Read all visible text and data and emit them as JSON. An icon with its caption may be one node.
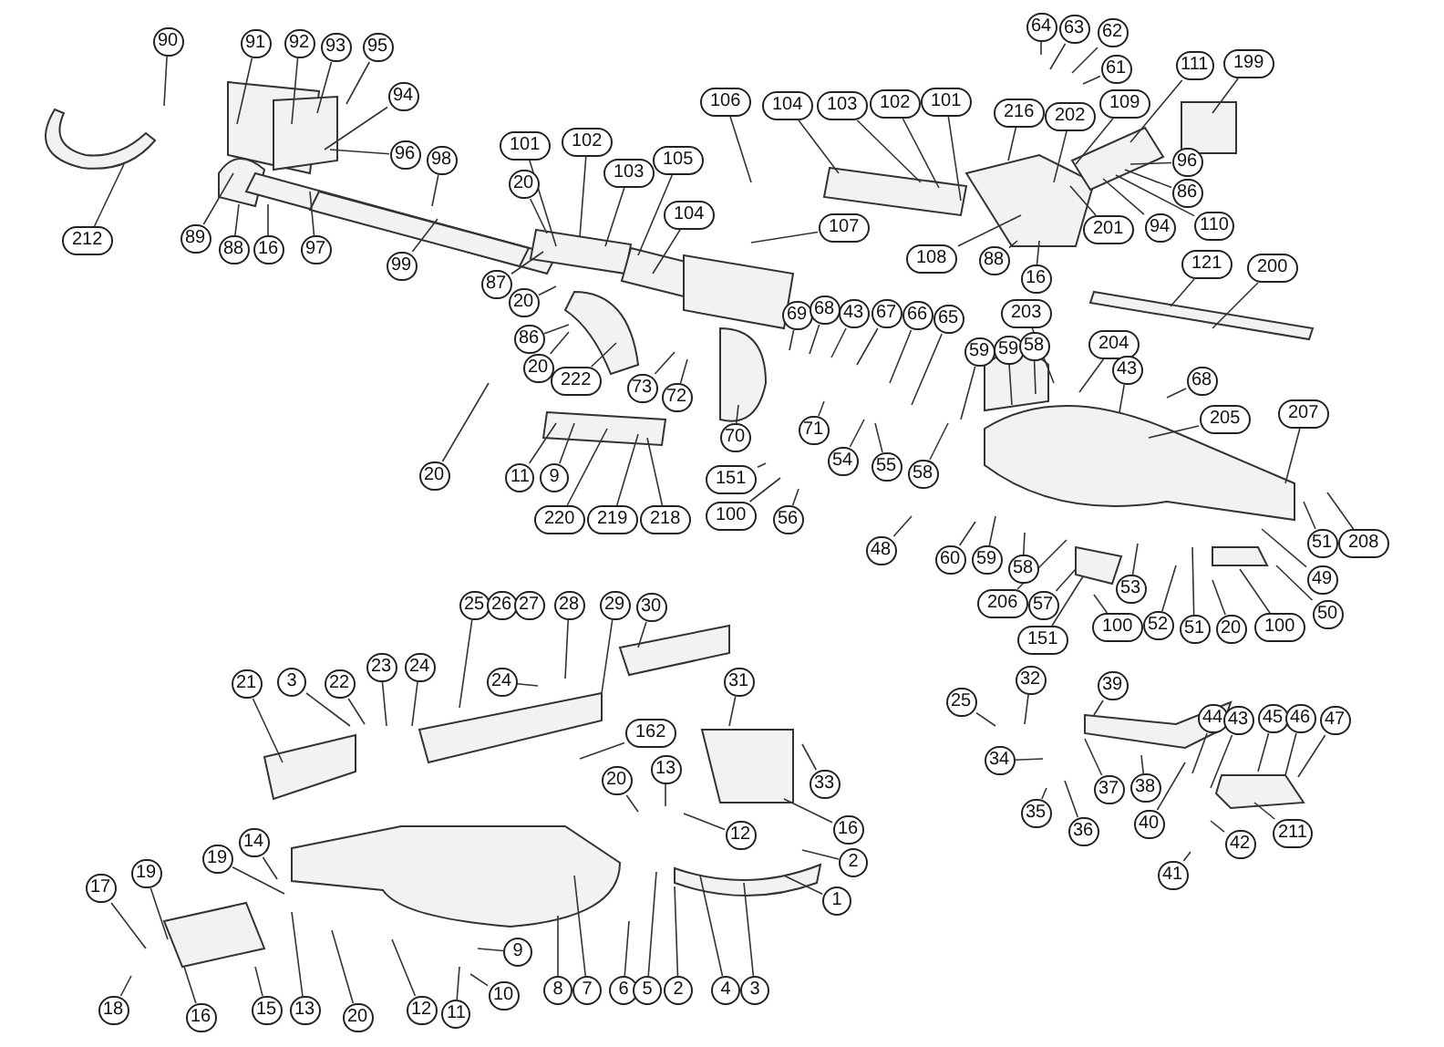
{
  "diagram": {
    "nodes": [
      {
        "text": [
          "90"
        ]
      },
      {
        "text": [
          "91"
        ]
      },
      {
        "text": [
          "92"
        ]
      },
      {
        "text": [
          "93"
        ]
      },
      {
        "text": [
          "95"
        ]
      },
      {
        "text": [
          "94"
        ]
      },
      {
        "text": [
          "96"
        ]
      },
      {
        "text": [
          "98"
        ]
      },
      {
        "text": [
          "212"
        ]
      },
      {
        "text": [
          "89"
        ]
      },
      {
        "text": [
          "88"
        ]
      },
      {
        "text": [
          "16"
        ]
      },
      {
        "text": [
          "97"
        ]
      },
      {
        "text": [
          "99"
        ]
      },
      {
        "text": [
          "20"
        ]
      },
      {
        "text": [
          "101"
        ]
      },
      {
        "text": [
          "102"
        ]
      },
      {
        "text": [
          "103"
        ]
      },
      {
        "text": [
          "105"
        ]
      },
      {
        "text": [
          "104"
        ]
      },
      {
        "text": [
          "87"
        ]
      },
      {
        "text": [
          "20"
        ]
      },
      {
        "text": [
          "86"
        ]
      },
      {
        "text": [
          "20"
        ]
      },
      {
        "text": [
          "222"
        ]
      },
      {
        "text": [
          "73"
        ]
      },
      {
        "text": [
          "72"
        ]
      },
      {
        "text": [
          "20"
        ]
      },
      {
        "text": [
          "11"
        ]
      },
      {
        "text": [
          "9"
        ]
      },
      {
        "text": [
          "220"
        ]
      },
      {
        "text": [
          "219"
        ]
      },
      {
        "text": [
          "218"
        ]
      },
      {
        "text": [
          "106"
        ]
      },
      {
        "text": [
          "104"
        ]
      },
      {
        "text": [
          "103"
        ]
      },
      {
        "text": [
          "102"
        ]
      },
      {
        "text": [
          "101"
        ]
      },
      {
        "text": [
          "107"
        ]
      },
      {
        "text": [
          "64"
        ]
      },
      {
        "text": [
          "63"
        ]
      },
      {
        "text": [
          "62"
        ]
      },
      {
        "text": [
          "61"
        ]
      },
      {
        "text": [
          "216"
        ]
      },
      {
        "text": [
          "202"
        ]
      },
      {
        "text": [
          "109"
        ]
      },
      {
        "text": [
          "111"
        ]
      },
      {
        "text": [
          "199"
        ]
      },
      {
        "text": [
          "96"
        ]
      },
      {
        "text": [
          "86"
        ]
      },
      {
        "text": [
          "110"
        ]
      },
      {
        "text": [
          "94"
        ]
      },
      {
        "text": [
          "201"
        ]
      },
      {
        "text": [
          "108"
        ]
      },
      {
        "text": [
          "88"
        ]
      },
      {
        "text": [
          "16"
        ]
      },
      {
        "text": [
          "121"
        ]
      },
      {
        "text": [
          "200"
        ]
      },
      {
        "text": [
          "69"
        ]
      },
      {
        "text": [
          "68"
        ]
      },
      {
        "text": [
          "43"
        ]
      },
      {
        "text": [
          "67"
        ]
      },
      {
        "text": [
          "66"
        ]
      },
      {
        "text": [
          "65"
        ]
      },
      {
        "text": [
          "59"
        ]
      },
      {
        "text": [
          "59"
        ]
      },
      {
        "text": [
          "58"
        ]
      },
      {
        "text": [
          "203"
        ]
      },
      {
        "text": [
          "204"
        ]
      },
      {
        "text": [
          "43"
        ]
      },
      {
        "text": [
          "68"
        ]
      },
      {
        "text": [
          "205"
        ]
      },
      {
        "text": [
          "207"
        ]
      },
      {
        "text": [
          "70"
        ]
      },
      {
        "text": [
          "71"
        ]
      },
      {
        "text": [
          "54"
        ]
      },
      {
        "text": [
          "55"
        ]
      },
      {
        "text": [
          "58"
        ]
      },
      {
        "text": [
          "151"
        ]
      },
      {
        "text": [
          "100"
        ]
      },
      {
        "text": [
          "56"
        ]
      },
      {
        "text": [
          "48"
        ]
      },
      {
        "text": [
          "60"
        ]
      },
      {
        "text": [
          "59"
        ]
      },
      {
        "text": [
          "58"
        ]
      },
      {
        "text": [
          "206"
        ]
      },
      {
        "text": [
          "57"
        ]
      },
      {
        "text": [
          "151"
        ]
      },
      {
        "text": [
          "100"
        ]
      },
      {
        "text": [
          "53"
        ]
      },
      {
        "text": [
          "52"
        ]
      },
      {
        "text": [
          "51"
        ]
      },
      {
        "text": [
          "20"
        ]
      },
      {
        "text": [
          "100"
        ]
      },
      {
        "text": [
          "50"
        ]
      },
      {
        "text": [
          "49"
        ]
      },
      {
        "text": [
          "51"
        ]
      },
      {
        "text": [
          "208"
        ]
      },
      {
        "text": [
          "25"
        ]
      },
      {
        "text": [
          "32"
        ]
      },
      {
        "text": [
          "39"
        ]
      },
      {
        "text": [
          "34"
        ]
      },
      {
        "text": [
          "35"
        ]
      },
      {
        "text": [
          "36"
        ]
      },
      {
        "text": [
          "37"
        ]
      },
      {
        "text": [
          "38"
        ]
      },
      {
        "text": [
          "40"
        ]
      },
      {
        "text": [
          "44"
        ]
      },
      {
        "text": [
          "43"
        ]
      },
      {
        "text": [
          "45"
        ]
      },
      {
        "text": [
          "46"
        ]
      },
      {
        "text": [
          "47"
        ]
      },
      {
        "text": [
          "42"
        ]
      },
      {
        "text": [
          "41"
        ]
      },
      {
        "text": [
          "211"
        ]
      },
      {
        "text": [
          "25"
        ]
      },
      {
        "text": [
          "26"
        ]
      },
      {
        "text": [
          "27"
        ]
      },
      {
        "text": [
          "28"
        ]
      },
      {
        "text": [
          "29"
        ]
      },
      {
        "text": [
          "30"
        ]
      },
      {
        "text": [
          "21"
        ]
      },
      {
        "text": [
          "3"
        ]
      },
      {
        "text": [
          "22"
        ]
      },
      {
        "text": [
          "23"
        ]
      },
      {
        "text": [
          "24"
        ]
      },
      {
        "text": [
          "24"
        ]
      },
      {
        "text": [
          "162"
        ]
      },
      {
        "text": [
          "31"
        ]
      },
      {
        "text": [
          "13"
        ]
      },
      {
        "text": [
          "20"
        ]
      },
      {
        "text": [
          "33"
        ]
      },
      {
        "text": [
          "16"
        ]
      },
      {
        "text": [
          "12"
        ]
      },
      {
        "text": [
          "2"
        ]
      },
      {
        "text": [
          "1"
        ]
      },
      {
        "text": [
          "14"
        ]
      },
      {
        "text": [
          "19"
        ]
      },
      {
        "text": [
          "19"
        ]
      },
      {
        "text": [
          "17"
        ]
      },
      {
        "text": [
          "18"
        ]
      },
      {
        "text": [
          "16"
        ]
      },
      {
        "text": [
          "15"
        ]
      },
      {
        "text": [
          "13"
        ]
      },
      {
        "text": [
          "20"
        ]
      },
      {
        "text": [
          "12"
        ]
      },
      {
        "text": [
          "11"
        ]
      },
      {
        "text": [
          "10"
        ]
      },
      {
        "text": [
          "9"
        ]
      },
      {
        "text": [
          "8"
        ]
      },
      {
        "text": [
          "7"
        ]
      },
      {
        "text": [
          "6"
        ]
      },
      {
        "text": [
          "5"
        ]
      },
      {
        "text": [
          "2"
        ]
      },
      {
        "text": [
          "4"
        ]
      },
      {
        "text": [
          "3"
        ]
      }
    ],
    "edges": [
      {
        "from": 0,
        "to": null,
        "arrow": "none"
      },
      {
        "from": 1,
        "to": null,
        "arrow": "none"
      },
      {
        "from": 2,
        "to": null,
        "arrow": "none"
      },
      {
        "from": 3,
        "to": null,
        "arrow": "none"
      },
      {
        "from": 4,
        "to": null,
        "arrow": "none"
      },
      {
        "from": 5,
        "to": null,
        "arrow": "none"
      },
      {
        "from": 6,
        "to": null,
        "arrow": "none"
      },
      {
        "from": 7,
        "to": null,
        "arrow": "none"
      },
      {
        "from": 8,
        "to": null,
        "arrow": "none"
      },
      {
        "from": 9,
        "to": null,
        "arrow": "none"
      },
      {
        "from": 10,
        "to": null,
        "arrow": "none"
      },
      {
        "from": 11,
        "to": null,
        "arrow": "none"
      },
      {
        "from": 12,
        "to": null,
        "arrow": "none"
      },
      {
        "from": 13,
        "to": null,
        "arrow": "none"
      },
      {
        "from": 14,
        "to": null,
        "arrow": "none"
      },
      {
        "from": 15,
        "to": null,
        "arrow": "none"
      },
      {
        "from": 16,
        "to": null,
        "arrow": "none"
      },
      {
        "from": 17,
        "to": null,
        "arrow": "none"
      },
      {
        "from": 18,
        "to": null,
        "arrow": "none"
      },
      {
        "from": 19,
        "to": null,
        "arrow": "none"
      },
      {
        "from": 20,
        "to": null,
        "arrow": "none"
      },
      {
        "from": 21,
        "to": null,
        "arrow": "none"
      },
      {
        "from": 22,
        "to": null,
        "arrow": "none"
      },
      {
        "from": 23,
        "to": null,
        "arrow": "none"
      },
      {
        "from": 24,
        "to": null,
        "arrow": "none"
      },
      {
        "from": 25,
        "to": null,
        "arrow": "none"
      },
      {
        "from": 26,
        "to": null,
        "arrow": "none"
      },
      {
        "from": 27,
        "to": null,
        "arrow": "none"
      },
      {
        "from": 28,
        "to": null,
        "arrow": "none"
      },
      {
        "from": 29,
        "to": null,
        "arrow": "none"
      },
      {
        "from": 30,
        "to": null,
        "arrow": "none"
      },
      {
        "from": 31,
        "to": null,
        "arrow": "none"
      },
      {
        "from": 32,
        "to": null,
        "arrow": "none"
      },
      {
        "from": 33,
        "to": null,
        "arrow": "none"
      },
      {
        "from": 34,
        "to": null,
        "arrow": "none"
      },
      {
        "from": 35,
        "to": null,
        "arrow": "none"
      },
      {
        "from": 36,
        "to": null,
        "arrow": "none"
      },
      {
        "from": 37,
        "to": null,
        "arrow": "none"
      },
      {
        "from": 38,
        "to": null,
        "arrow": "none"
      },
      {
        "from": 39,
        "to": null,
        "arrow": "none"
      },
      {
        "from": 40,
        "to": null,
        "arrow": "none"
      },
      {
        "from": 41,
        "to": null,
        "arrow": "none"
      },
      {
        "from": 42,
        "to": null,
        "arrow": "none"
      },
      {
        "from": 43,
        "to": null,
        "arrow": "none"
      },
      {
        "from": 44,
        "to": null,
        "arrow": "none"
      },
      {
        "from": 45,
        "to": null,
        "arrow": "none"
      },
      {
        "from": 46,
        "to": null,
        "arrow": "none"
      },
      {
        "from": 47,
        "to": null,
        "arrow": "none"
      },
      {
        "from": 48,
        "to": null,
        "arrow": "none"
      },
      {
        "from": 49,
        "to": null,
        "arrow": "none"
      },
      {
        "from": 50,
        "to": null,
        "arrow": "none"
      },
      {
        "from": 51,
        "to": null,
        "arrow": "none"
      },
      {
        "from": 52,
        "to": null,
        "arrow": "none"
      },
      {
        "from": 53,
        "to": null,
        "arrow": "none"
      },
      {
        "from": 54,
        "to": null,
        "arrow": "none"
      },
      {
        "from": 55,
        "to": null,
        "arrow": "none"
      },
      {
        "from": 56,
        "to": null,
        "arrow": "none"
      },
      {
        "from": 57,
        "to": null,
        "arrow": "none"
      },
      {
        "from": 58,
        "to": null,
        "arrow": "none"
      },
      {
        "from": 59,
        "to": null,
        "arrow": "none"
      },
      {
        "from": 60,
        "to": null,
        "arrow": "none"
      },
      {
        "from": 61,
        "to": null,
        "arrow": "none"
      },
      {
        "from": 62,
        "to": null,
        "arrow": "none"
      },
      {
        "from": 63,
        "to": null,
        "arrow": "none"
      },
      {
        "from": 64,
        "to": null,
        "arrow": "none"
      },
      {
        "from": 65,
        "to": null,
        "arrow": "none"
      },
      {
        "from": 66,
        "to": null,
        "arrow": "none"
      },
      {
        "from": 67,
        "to": null,
        "arrow": "none"
      },
      {
        "from": 68,
        "to": null,
        "arrow": "none"
      },
      {
        "from": 69,
        "to": null,
        "arrow": "none"
      },
      {
        "from": 70,
        "to": null,
        "arrow": "none"
      },
      {
        "from": 71,
        "to": null,
        "arrow": "none"
      },
      {
        "from": 72,
        "to": null,
        "arrow": "none"
      },
      {
        "from": 73,
        "to": null,
        "arrow": "none"
      },
      {
        "from": 74,
        "to": null,
        "arrow": "none"
      },
      {
        "from": 75,
        "to": null,
        "arrow": "none"
      },
      {
        "from": 76,
        "to": null,
        "arrow": "none"
      },
      {
        "from": 77,
        "to": null,
        "arrow": "none"
      },
      {
        "from": 78,
        "to": null,
        "arrow": "none"
      },
      {
        "from": 79,
        "to": null,
        "arrow": "none"
      },
      {
        "from": 80,
        "to": null,
        "arrow": "none"
      },
      {
        "from": 81,
        "to": null,
        "arrow": "none"
      },
      {
        "from": 82,
        "to": null,
        "arrow": "none"
      },
      {
        "from": 83,
        "to": null,
        "arrow": "none"
      },
      {
        "from": 84,
        "to": null,
        "arrow": "none"
      },
      {
        "from": 85,
        "to": null,
        "arrow": "none"
      },
      {
        "from": 86,
        "to": null,
        "arrow": "none"
      },
      {
        "from": 87,
        "to": null,
        "arrow": "none"
      },
      {
        "from": 88,
        "to": null,
        "arrow": "none"
      },
      {
        "from": 89,
        "to": null,
        "arrow": "none"
      },
      {
        "from": 90,
        "to": null,
        "arrow": "none"
      },
      {
        "from": 91,
        "to": null,
        "arrow": "none"
      },
      {
        "from": 92,
        "to": null,
        "arrow": "none"
      },
      {
        "from": 93,
        "to": null,
        "arrow": "none"
      },
      {
        "from": 94,
        "to": null,
        "arrow": "none"
      },
      {
        "from": 95,
        "to": null,
        "arrow": "none"
      },
      {
        "from": 96,
        "to": null,
        "arrow": "none"
      },
      {
        "from": 97,
        "to": null,
        "arrow": "none"
      },
      {
        "from": 98,
        "to": null,
        "arrow": "none"
      },
      {
        "from": 99,
        "to": null,
        "arrow": "none"
      },
      {
        "from": 100,
        "to": null,
        "arrow": "none"
      },
      {
        "from": 101,
        "to": null,
        "arrow": "none"
      },
      {
        "from": 102,
        "to": null,
        "arrow": "none"
      },
      {
        "from": 103,
        "to": null,
        "arrow": "none"
      },
      {
        "from": 104,
        "to": null,
        "arrow": "none"
      },
      {
        "from": 105,
        "to": null,
        "arrow": "none"
      },
      {
        "from": 106,
        "to": null,
        "arrow": "none"
      },
      {
        "from": 107,
        "to": null,
        "arrow": "none"
      },
      {
        "from": 108,
        "to": null,
        "arrow": "none"
      },
      {
        "from": 109,
        "to": null,
        "arrow": "none"
      },
      {
        "from": 110,
        "to": null,
        "arrow": "none"
      },
      {
        "from": 111,
        "to": null,
        "arrow": "none"
      },
      {
        "from": 112,
        "to": null,
        "arrow": "none"
      },
      {
        "from": 113,
        "to": null,
        "arrow": "none"
      },
      {
        "from": 114,
        "to": null,
        "arrow": "none"
      },
      {
        "from": 115,
        "to": null,
        "arrow": "none"
      },
      {
        "from": 118,
        "to": null,
        "arrow": "none"
      },
      {
        "from": 119,
        "to": null,
        "arrow": "none"
      },
      {
        "from": 120,
        "to": null,
        "arrow": "none"
      },
      {
        "from": 121,
        "to": null,
        "arrow": "none"
      },
      {
        "from": 122,
        "to": null,
        "arrow": "none"
      },
      {
        "from": 123,
        "to": null,
        "arrow": "none"
      },
      {
        "from": 124,
        "to": null,
        "arrow": "none"
      },
      {
        "from": 125,
        "to": null,
        "arrow": "none"
      },
      {
        "from": 126,
        "to": null,
        "arrow": "none"
      },
      {
        "from": 127,
        "to": null,
        "arrow": "none"
      },
      {
        "from": 128,
        "to": null,
        "arrow": "none"
      },
      {
        "from": 129,
        "to": null,
        "arrow": "none"
      },
      {
        "from": 130,
        "to": null,
        "arrow": "none"
      },
      {
        "from": 131,
        "to": null,
        "arrow": "none"
      },
      {
        "from": 132,
        "to": null,
        "arrow": "none"
      },
      {
        "from": 133,
        "to": null,
        "arrow": "none"
      },
      {
        "from": 134,
        "to": null,
        "arrow": "none"
      },
      {
        "from": 135,
        "to": null,
        "arrow": "none"
      },
      {
        "from": 136,
        "to": null,
        "arrow": "none"
      },
      {
        "from": 137,
        "to": null,
        "arrow": "none"
      },
      {
        "from": 138,
        "to": null,
        "arrow": "none"
      },
      {
        "from": 139,
        "to": null,
        "arrow": "none"
      },
      {
        "from": 140,
        "to": null,
        "arrow": "none"
      },
      {
        "from": 141,
        "to": null,
        "arrow": "none"
      },
      {
        "from": 142,
        "to": null,
        "arrow": "none"
      },
      {
        "from": 143,
        "to": null,
        "arrow": "none"
      },
      {
        "from": 144,
        "to": null,
        "arrow": "none"
      },
      {
        "from": 145,
        "to": null,
        "arrow": "none"
      },
      {
        "from": 146,
        "to": null,
        "arrow": "none"
      },
      {
        "from": 147,
        "to": null,
        "arrow": "none"
      },
      {
        "from": 148,
        "to": null,
        "arrow": "none"
      },
      {
        "from": 149,
        "to": null,
        "arrow": "none"
      },
      {
        "from": 150,
        "to": null,
        "arrow": "none"
      },
      {
        "from": 151,
        "to": null,
        "arrow": "none"
      },
      {
        "from": 152,
        "to": null,
        "arrow": "none"
      },
      {
        "from": 153,
        "to": null,
        "arrow": "none"
      },
      {
        "from": 154,
        "to": null,
        "arrow": "none"
      },
      {
        "from": 155,
        "to": null,
        "arrow": "none"
      }
    ]
  }
}
